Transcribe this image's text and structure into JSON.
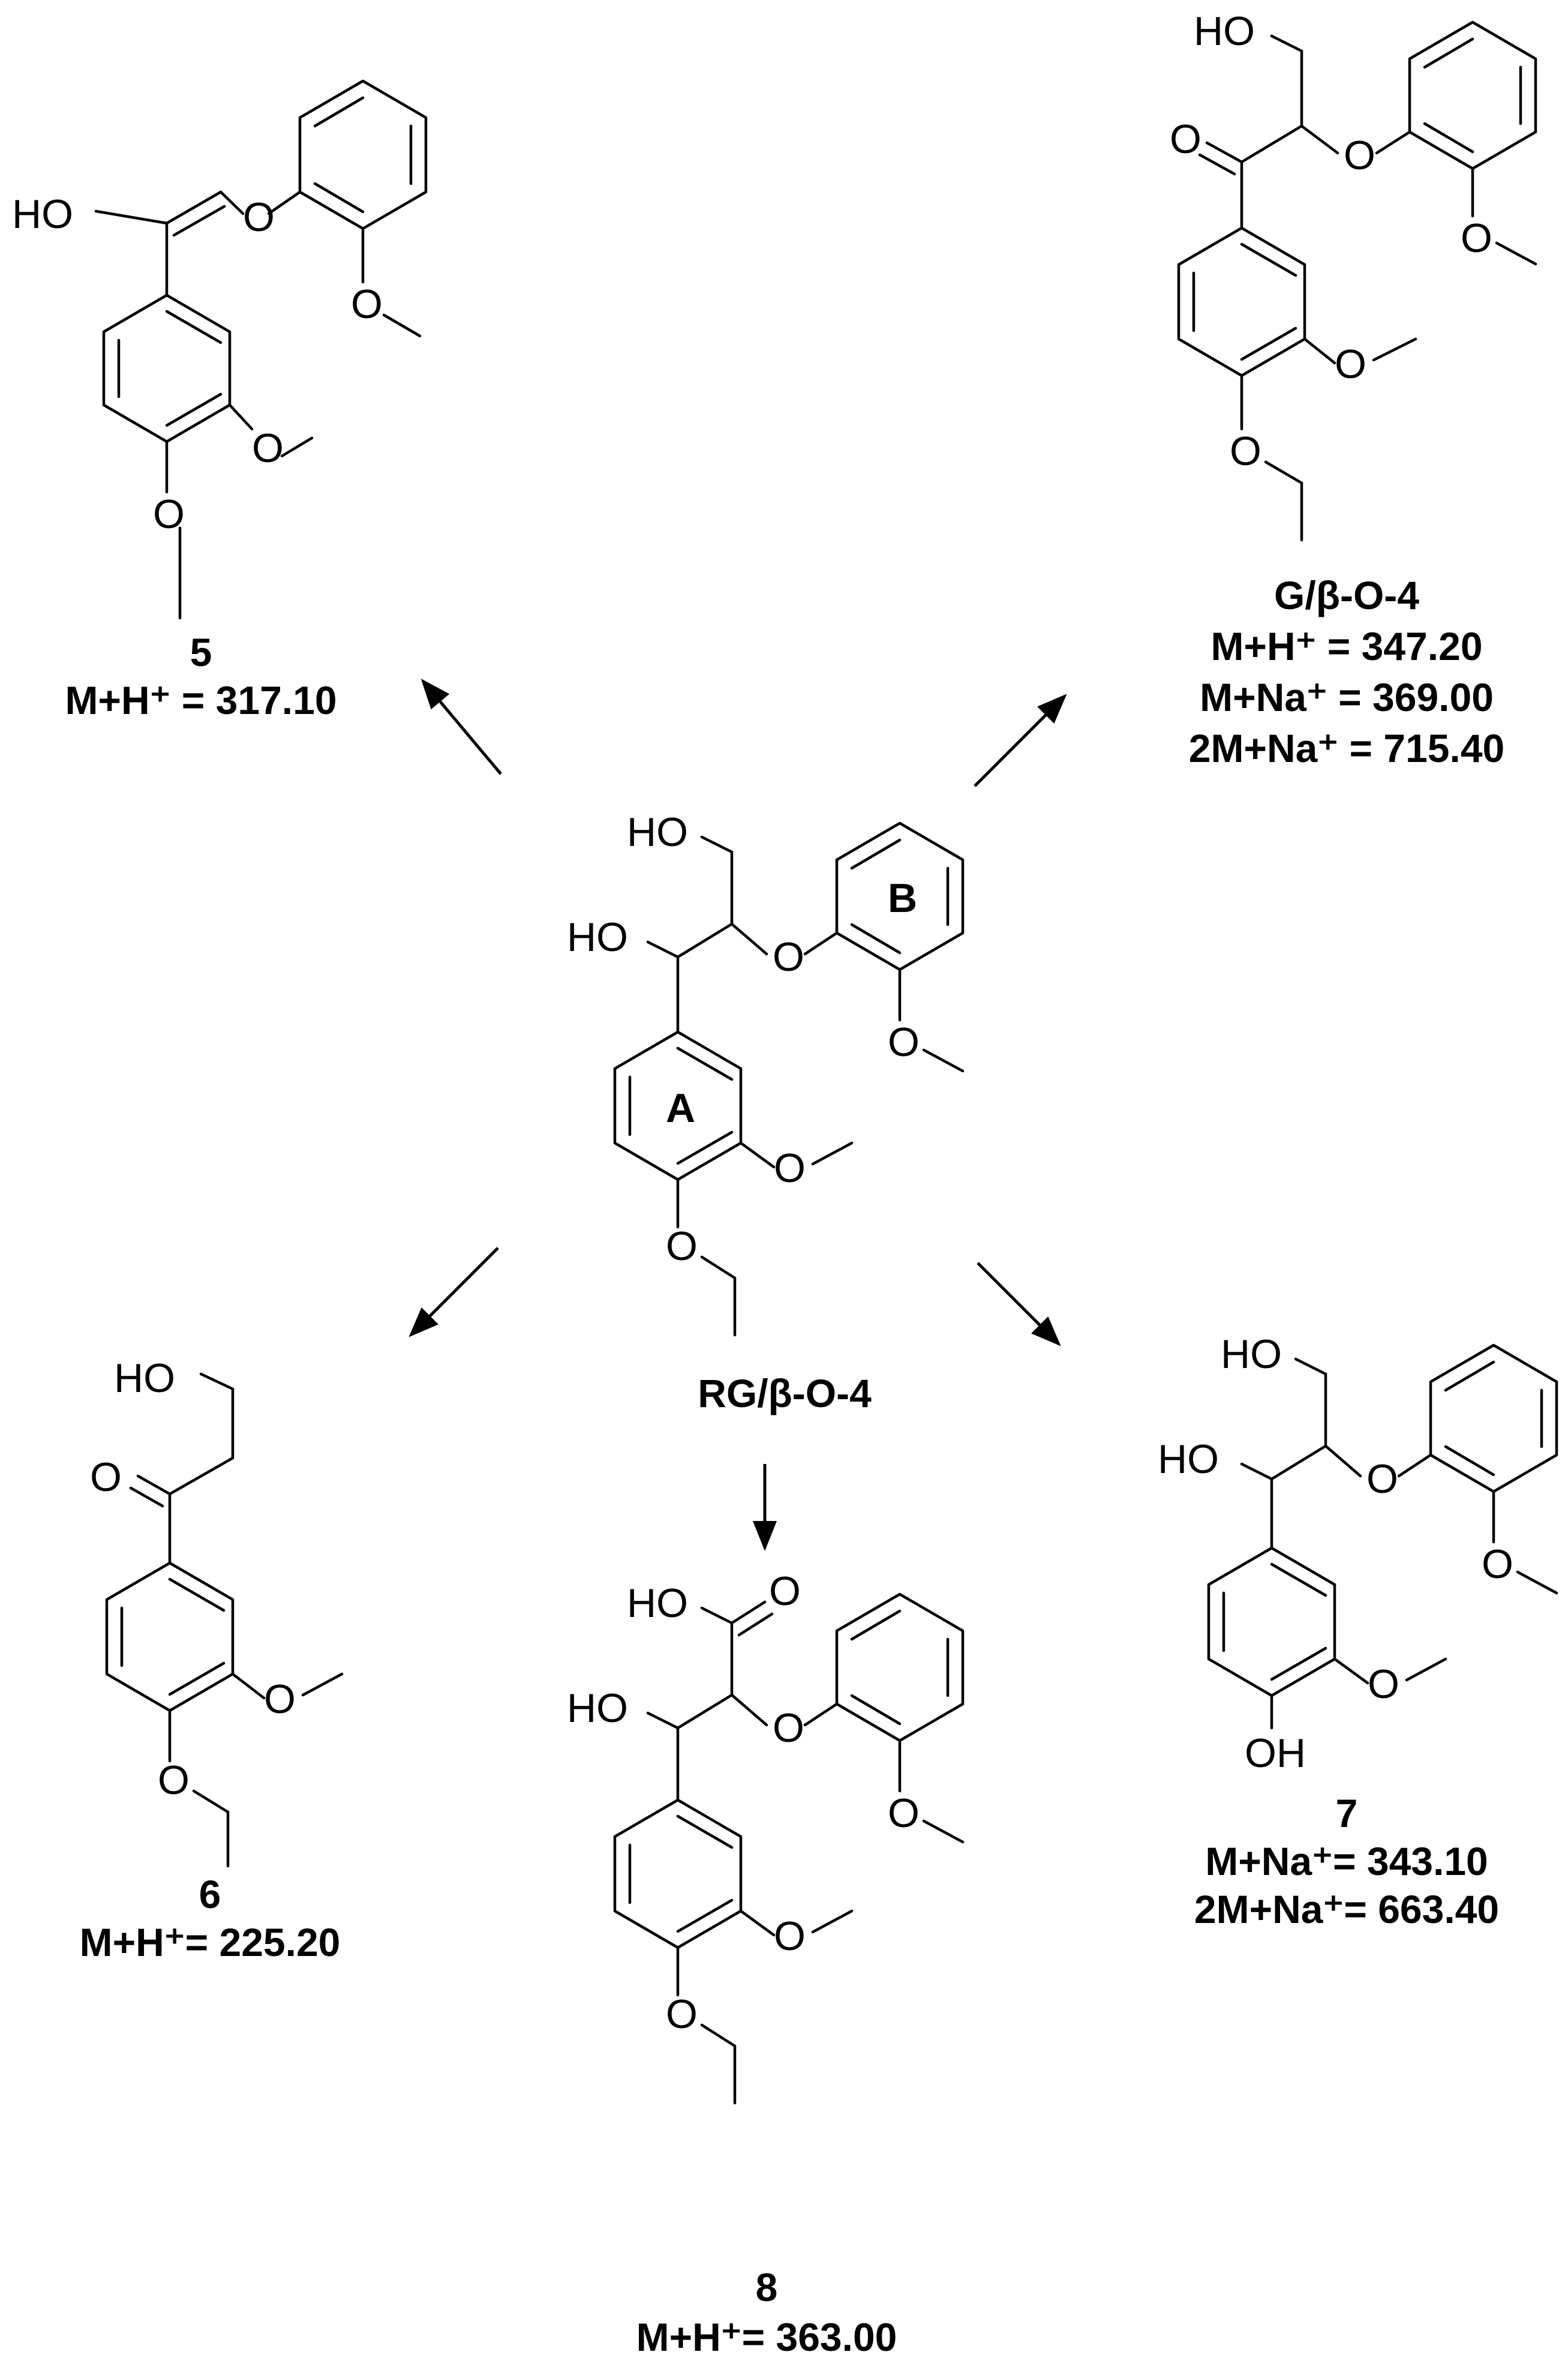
{
  "atoms": {
    "ho": "HO",
    "oh": "OH",
    "o": "O"
  },
  "compounds": {
    "center": {
      "name": "RG/β-O-4",
      "ring_a": "A",
      "ring_b": "B"
    },
    "c5": {
      "number": "5",
      "ms": [
        "M+H⁺ = 317.10"
      ]
    },
    "cg": {
      "name": "G/β-O-4",
      "ms": [
        "M+H⁺ = 347.20",
        "M+Na⁺ = 369.00",
        "2M+Na⁺ = 715.40"
      ]
    },
    "c6": {
      "number": "6",
      "ms": [
        "M+H⁺= 225.20"
      ]
    },
    "c7": {
      "number": "7",
      "ms": [
        "M+Na⁺= 343.10",
        "2M+Na⁺= 663.40"
      ]
    },
    "c8": {
      "number": "8",
      "ms": [
        "M+H⁺= 363.00"
      ]
    }
  }
}
